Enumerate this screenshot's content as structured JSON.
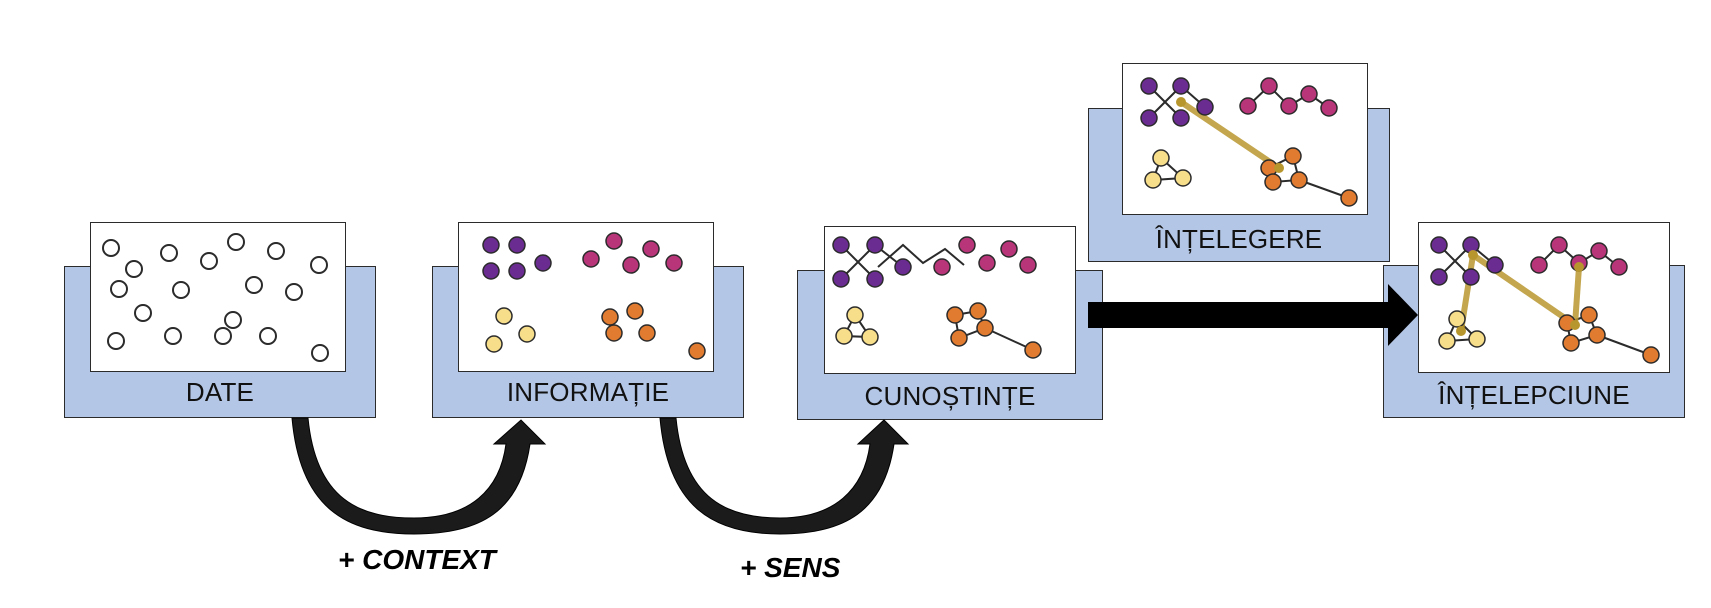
{
  "stages": {
    "date": {
      "label": "DATE"
    },
    "informatie": {
      "label": "INFORMAȚIE"
    },
    "cunostinte": {
      "label": "CUNOȘTINȚE"
    },
    "intelegere": {
      "label": "ÎNȚELEGERE"
    },
    "intelepciune": {
      "label": "ÎNȚELEPCIUNE"
    }
  },
  "transitions": {
    "context": "+ CONTEXT",
    "sens": "+ SENS"
  },
  "colors": {
    "panel": "#b4c6e5",
    "purple": "#6a2c91",
    "magenta": "#b8357a",
    "yellow": "#f7de8a",
    "orange": "#e07b2f",
    "link_gold": "#b8962e"
  }
}
